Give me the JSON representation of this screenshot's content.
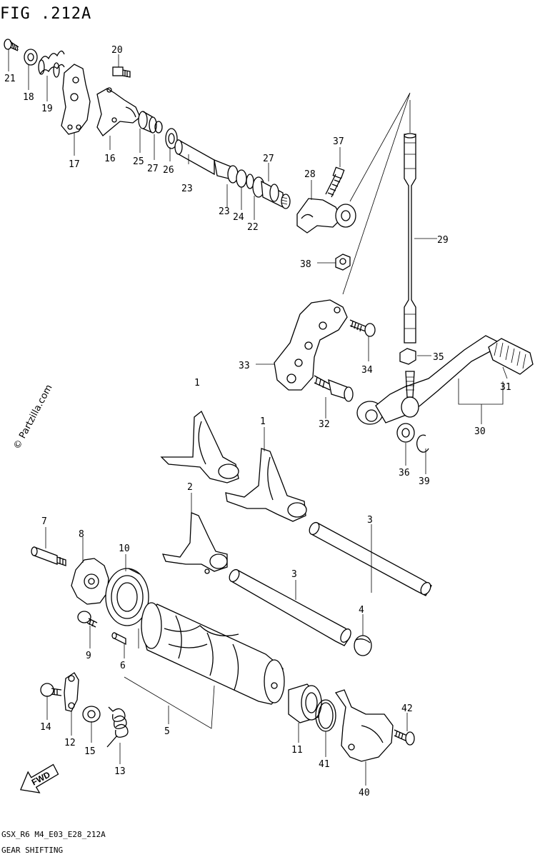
{
  "title": "FIG .212A",
  "copyright": "© Partzilla.com",
  "fwd_label": "FWD",
  "footer": {
    "model_code": "GSX_R6 M4_E03_E28_212A",
    "section_name": "GEAR SHIFTING"
  },
  "callouts": {
    "c21": "21",
    "c18": "18",
    "c19": "19",
    "c20": "20",
    "c17": "17",
    "c16": "16",
    "c25": "25",
    "c27a": "27",
    "c26": "26",
    "c23a": "23",
    "c27b": "27",
    "c37": "37",
    "c28": "28",
    "c23b": "23",
    "c24": "24",
    "c22": "22",
    "c29": "29",
    "c38": "38",
    "c34": "34",
    "c35": "35",
    "c33": "33",
    "c1a": "1",
    "c31": "31",
    "c32": "32",
    "c30": "30",
    "c1b": "1",
    "c36": "36",
    "c39": "39",
    "c2": "2",
    "c3a": "3",
    "c7": "7",
    "c8": "8",
    "c10": "10",
    "c3b": "3",
    "c4": "4",
    "c9": "9",
    "c6": "6",
    "c5": "5",
    "c42": "42",
    "c14": "14",
    "c12": "12",
    "c15": "15",
    "c13": "13",
    "c11": "11",
    "c41": "41",
    "c40": "40"
  }
}
